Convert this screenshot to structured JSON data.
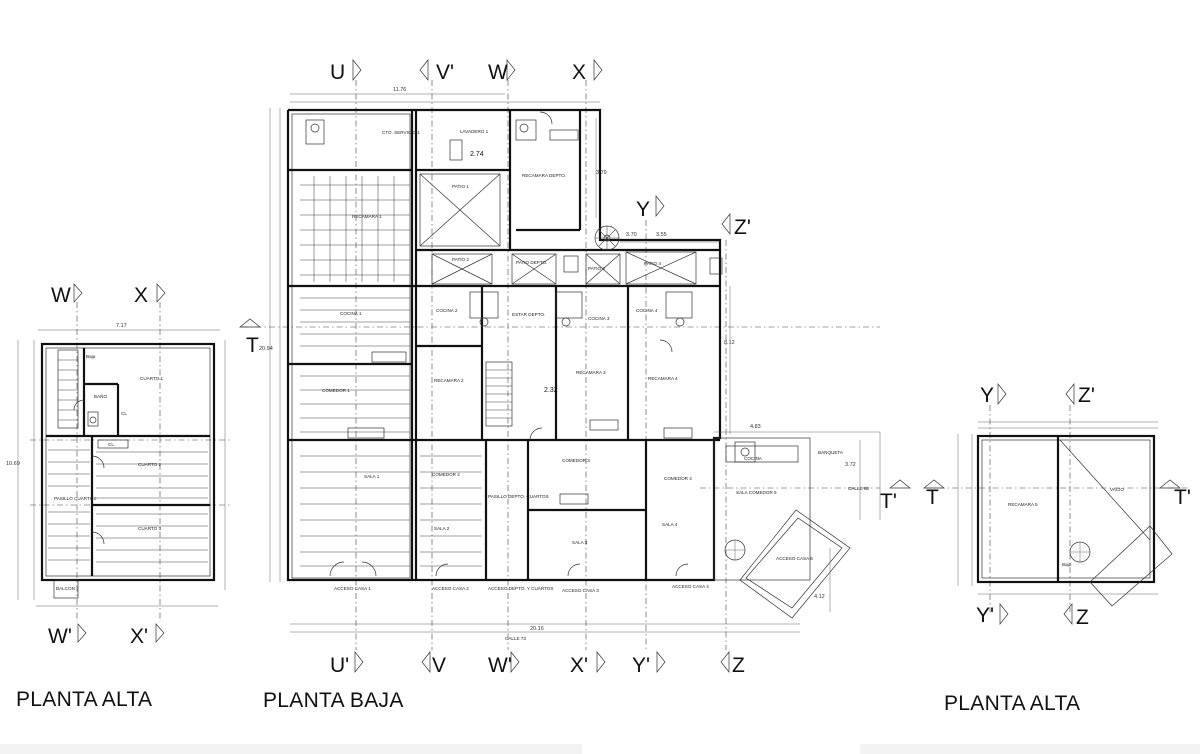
{
  "sheets": {
    "left": {
      "title": "PLANTA ALTA"
    },
    "center": {
      "title": "PLANTA BAJA"
    },
    "right": {
      "title": "PLANTA ALTA"
    }
  },
  "axes": {
    "left_top": [
      "W",
      "X"
    ],
    "left_bottom": [
      "W'",
      "X'"
    ],
    "center_top": [
      "U",
      "V'",
      "W",
      "X"
    ],
    "center_bottom": [
      "U'",
      "V",
      "W'",
      "X'",
      "Y'",
      "Z"
    ],
    "center_side": [
      "T",
      "T'",
      "Y",
      "Z'"
    ],
    "right_top": [
      "Y",
      "Z'"
    ],
    "right_side": [
      "T",
      "T'"
    ],
    "right_bottom": [
      "Y'",
      "Z"
    ]
  },
  "rooms": {
    "left": [
      "Baja",
      "CUARTO 1",
      "BAÑO",
      "CL",
      "CL.",
      "CUARTO 2",
      "CUARTO 3",
      "PASILLO CUARTOS",
      "BALCON"
    ],
    "center": [
      "CTO. SERVICIO 1",
      "LAVADERO 1",
      "RECAMARA DEPTO.",
      "PATIO 1",
      "RECAMARA 1",
      "PATIO 2",
      "PATIO DEPTO.",
      "PATIO 3",
      "PATIO 4",
      "COCINA 1",
      "COCINA 2",
      "ESTAR DEPTO.",
      "COCINA 3",
      "COCINA 4",
      "RECAMARA 2",
      "RECAMARA 3",
      "RECAMARA 4",
      "COMEDOR 1",
      "COMEDOR 2",
      "COMEDOR 3",
      "COMEDOR 4",
      "SALA 1",
      "SALA 2",
      "SALA 3",
      "SALA 4",
      "PASILLO DEPTO. CUARTOS",
      "COCINA",
      "BANQUETA",
      "SALA COMEDOR 5",
      "ACCESO CASA 5",
      "ACCESO CASA 1",
      "ACCESO CASA 2",
      "ACCESO DEPTO. Y CUARTOS",
      "ACCESO CASA 3",
      "ACCESO CASA 4",
      "CALLE 73",
      "CALLE 68"
    ],
    "right": [
      "RECAMARA 5",
      "VACIO",
      "Baja"
    ]
  },
  "dimensions": {
    "left_width": "7.17",
    "left_height": "10.69",
    "center_width_top": "11.76",
    "center_width_bottom": "20.16",
    "center_height": "20.94",
    "center_right_height": "8.12",
    "dim_379": "3.79",
    "dim_370": "3.70",
    "dim_355": "3.55",
    "dim_483": "4.83",
    "dim_372": "3.72",
    "dim_412": "4.12",
    "dim_274": "2.74",
    "dim_232": "2.32"
  }
}
